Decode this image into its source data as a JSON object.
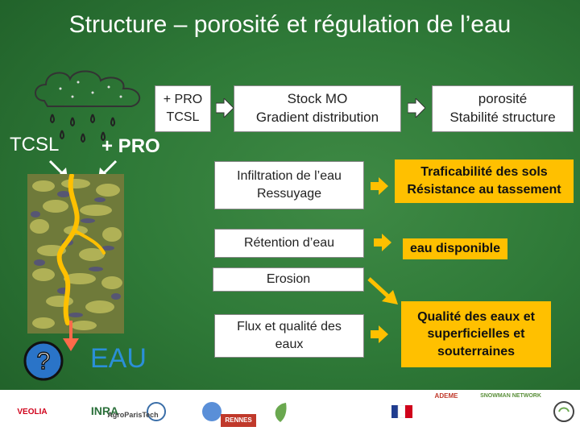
{
  "title": "Structure – porosité et régulation de l’eau",
  "left": {
    "tcsl_label": "TCSL",
    "pro_label": "+ PRO",
    "eau_label": "EAU"
  },
  "top_row": {
    "box1": [
      "+ PRO",
      "TCSL"
    ],
    "box2": [
      "Stock MO",
      "Gradient distribution"
    ],
    "box3": [
      "porosité",
      "Stabilité structure"
    ]
  },
  "rows": {
    "infiltration": [
      "Infiltration de l’eau",
      "Ressuyage"
    ],
    "traficabilite": [
      "Traficabilité des sols",
      "Résistance au tassement"
    ],
    "retention": "Rétention d’eau",
    "eau_disponible": "eau disponible",
    "erosion": "Erosion",
    "flux": [
      "Flux et qualité des",
      "eaux"
    ],
    "qualite": [
      "Qualité des eaux et",
      "superficielles et",
      "souterraines"
    ]
  },
  "logos": {
    "veolia": "VEOLIA",
    "inra": "INRA",
    "agroparistech": "AgroParisTech",
    "rennes": "RENNES",
    "ademe": "ADEME",
    "snowman": "SNOWMAN NETWORK"
  },
  "colors": {
    "background": "#2f7a38",
    "highlight": "#ffc000",
    "arrow": "#ffc000",
    "eau_text": "#2b8fd8"
  }
}
